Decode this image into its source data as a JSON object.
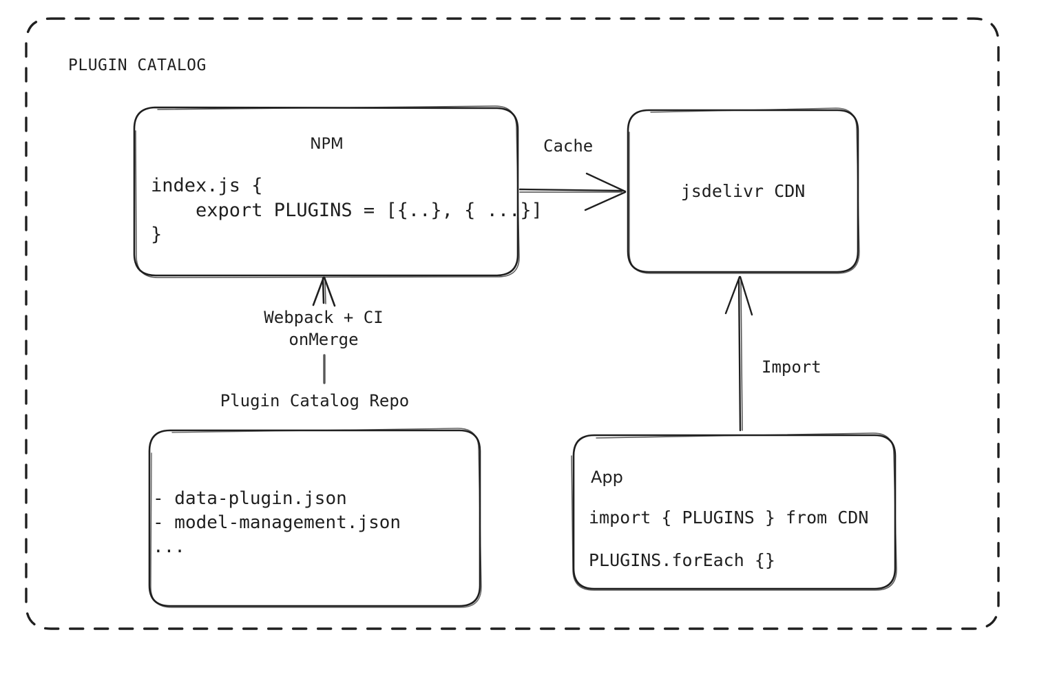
{
  "diagram": {
    "title": "PLUGIN CATALOG",
    "background_color": "#ffffff",
    "stroke_color": "#1f1f1f",
    "style": "hand-drawn excalidraw sketch"
  },
  "nodes": {
    "npm": {
      "title": "NPM",
      "code": "index.js {\n    export PLUGINS = [{..}, { ...}]\n}"
    },
    "cdn": {
      "title": "jsdelivr CDN"
    },
    "repo": {
      "caption": "Plugin Catalog Repo",
      "files": "- data-plugin.json\n- model-management.json\n..."
    },
    "app": {
      "title": "App",
      "import_line": "import { PLUGINS } from CDN",
      "foreach_line": "PLUGINS.forEach {}"
    }
  },
  "edges": {
    "npm_to_cdn": {
      "label": "Cache",
      "from": "npm",
      "to": "cdn",
      "direction": "right"
    },
    "repo_to_npm": {
      "label": "Webpack + CI\nonMerge",
      "from": "repo",
      "to": "npm",
      "direction": "up"
    },
    "app_to_cdn": {
      "label": "Import",
      "from": "app",
      "to": "cdn",
      "direction": "up"
    }
  }
}
